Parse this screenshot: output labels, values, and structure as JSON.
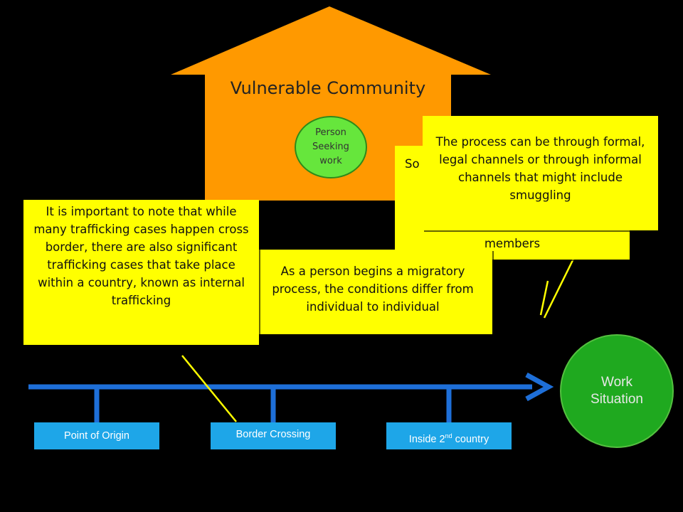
{
  "house": {
    "title": "Vulnerable Community",
    "person_label": "Person Seeking work"
  },
  "callouts": {
    "process": "The process can be through formal, legal channels or through informal channels that might include smuggling",
    "hidden_start": "So",
    "hidden_end": "members",
    "migratory": "As a person begins a migratory process, the conditions differ from individual to individual",
    "internal": "It is important to note that while many trafficking cases happen cross border, there are also significant trafficking cases that take place within a country, known as internal trafficking"
  },
  "work_situation": "Work Situation",
  "stages": {
    "origin": "Point of Origin",
    "border": "Border Crossing",
    "inside_pre": "Inside 2",
    "inside_sup": "nd",
    "inside_post": " country"
  },
  "colors": {
    "background": "#000000",
    "house": "#ff9900",
    "callout": "#ffff00",
    "person_circle": "#66e63c",
    "work_circle": "#1fa91f",
    "timeline": "#1e6fd8",
    "stage_box": "#1ea6e8"
  }
}
